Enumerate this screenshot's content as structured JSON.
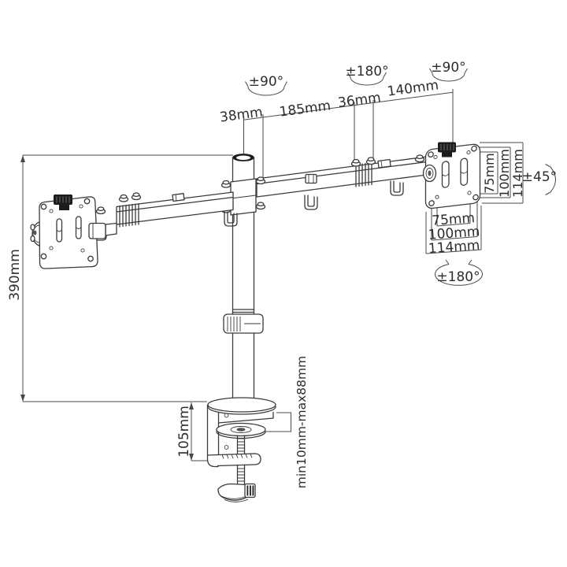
{
  "meta": {
    "background_color": "#ffffff",
    "line_color": "#3a3a3a",
    "knob_color": "#1c1c1c",
    "subject": "dual monitor desk mount arm technical dimension drawing"
  },
  "annotations": {
    "pole_rotation": "±90°",
    "mid_joint_rotation": "±180°",
    "end_joint_rotation": "±90°",
    "vesa_tilt": "±45°",
    "vesa_rotation": "±180°"
  },
  "dimensions": {
    "arm_offset": "38mm",
    "arm_segment_1": "185mm",
    "joint_width": "36mm",
    "arm_segment_2": "140mm",
    "pole_height": "390mm",
    "clamp_height": "105mm",
    "desk_thickness_range": "min10mm-max88mm",
    "vesa_vertical": {
      "v75": "75mm",
      "v100": "100mm",
      "v114": "114mm"
    },
    "vesa_horizontal": {
      "h75": "75mm",
      "h100": "100mm",
      "h114": "114mm"
    }
  }
}
